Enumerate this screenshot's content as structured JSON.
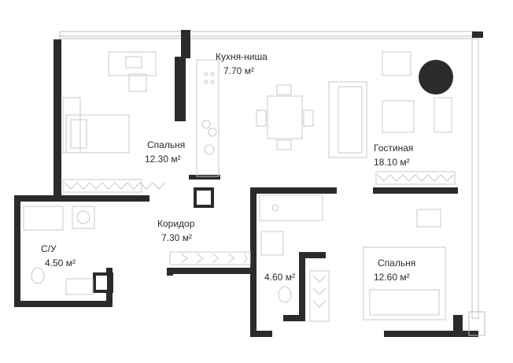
{
  "rooms": [
    {
      "id": "kitchen",
      "name": "Кухня-ниша",
      "area": "7.70 м²"
    },
    {
      "id": "bedroom1",
      "name": "Спальня",
      "area": "12.30 м²"
    },
    {
      "id": "living",
      "name": "Гостиная",
      "area": "18.10 м²"
    },
    {
      "id": "corridor",
      "name": "Коридор",
      "area": "7.30 м²"
    },
    {
      "id": "wc1",
      "name": "С/У",
      "area": "4.50 м²"
    },
    {
      "id": "wc2",
      "name": "",
      "area": "4.60 м²"
    },
    {
      "id": "bedroom2",
      "name": "Спальня",
      "area": "12.60 м²"
    }
  ],
  "colors": {
    "wall": "#2b2b2b",
    "line": "#bdbdbd",
    "accent": "#2b2b2b"
  }
}
